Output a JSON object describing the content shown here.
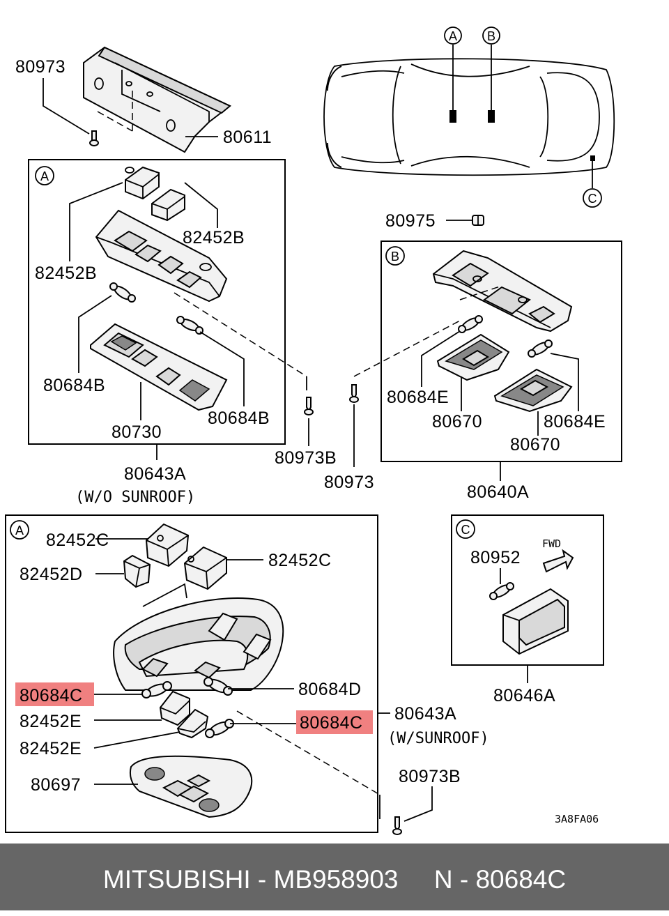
{
  "diagram": {
    "labels": {
      "p80973_top": "80973",
      "p80611": "80611",
      "p82452B_r": "82452B",
      "p82452B_l": "82452B",
      "p80684B_l": "80684B",
      "p80684B_r": "80684B",
      "p80730": "80730",
      "p80973B_mid": "80973B",
      "p80643A_a": "80643A",
      "note_wo": "(W/O SUNROOF)",
      "p80975": "80975",
      "p80684E_l": "80684E",
      "p80684E_r": "80684E",
      "p80670_l": "80670",
      "p80670_r": "80670",
      "p80973_mid": "80973",
      "p80640A": "80640A",
      "p82452C_top": "82452C",
      "p82452C_r": "82452C",
      "p82452D": "82452D",
      "p80684C_l": "80684C",
      "p80684D": "80684D",
      "p80684C_r": "80684C",
      "p82452E_1": "82452E",
      "p82452E_2": "82452E",
      "p80697": "80697",
      "p80643A_b": "80643A",
      "note_w": "(W/SUNROOF)",
      "p80973B_bot": "80973B",
      "p80952": "80952",
      "fwd": "FWD",
      "p80646A": "80646A",
      "code": "3A8FA06"
    },
    "callouts": {
      "A1": "A",
      "B1": "B",
      "C1": "C",
      "A2": "A",
      "B2": "B",
      "A3": "A",
      "C2": "C"
    },
    "highlight_color": "#f08080"
  },
  "footer": {
    "text": "MITSUBISHI - MB958903     N - 80684C",
    "background": "#666666",
    "color": "#ffffff"
  }
}
